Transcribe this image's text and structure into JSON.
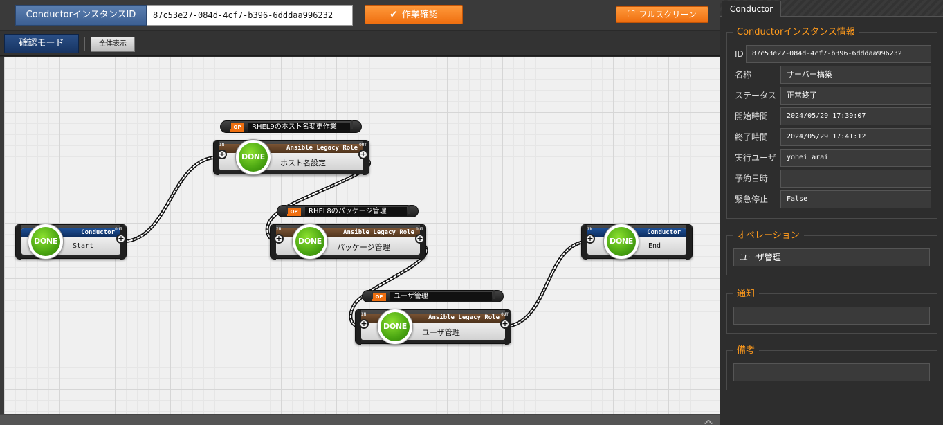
{
  "header": {
    "instance_id_label": "ConductorインスタンスID",
    "instance_id_value": "87c53e27-084d-4cf7-b396-6dddaa996232",
    "confirm_button": "作業確認",
    "fullscreen_button": "フルスクリーン"
  },
  "toolbar": {
    "mode_label": "確認モード",
    "show_all_button": "全体表示"
  },
  "nodes": {
    "start": {
      "status": "DONE",
      "type": "Conductor",
      "title": "Start",
      "out": "OUT"
    },
    "hostname": {
      "operation_tag": "OP",
      "operation": "RHEL9のホスト名変更作業",
      "status": "DONE",
      "type": "Ansible Legacy Role",
      "title": "ホスト名設定",
      "in": "IN",
      "out": "OUT"
    },
    "package": {
      "operation_tag": "OP",
      "operation": "RHEL8のパッケージ管理",
      "status": "DONE",
      "type": "Ansible Legacy Role",
      "title": "パッケージ管理",
      "in": "IN",
      "out": "OUT"
    },
    "user": {
      "operation_tag": "OP",
      "operation": "ユーザ管理",
      "status": "DONE",
      "type": "Ansible Legacy Role",
      "title": "ユーザ管理",
      "in": "IN",
      "out": "OUT"
    },
    "end": {
      "status": "DONE",
      "type": "Conductor",
      "title": "End",
      "in": "IN"
    }
  },
  "panel": {
    "tab": "Conductor",
    "info_section": {
      "title": "Conductorインスタンス情報",
      "id_label": "ID",
      "id_value": "87c53e27-084d-4cf7-b396-6dddaa996232",
      "rows": [
        {
          "key": "名称",
          "value": "サーバー構築"
        },
        {
          "key": "ステータス",
          "value": "正常終了"
        },
        {
          "key": "開始時間",
          "value": "2024/05/29 17:39:07"
        },
        {
          "key": "終了時間",
          "value": "2024/05/29 17:41:12"
        },
        {
          "key": "実行ユーザ",
          "value": "yohei arai"
        },
        {
          "key": "予約日時",
          "value": ""
        },
        {
          "key": "緊急停止",
          "value": "False"
        }
      ]
    },
    "operation_section": {
      "title": "オペレーション",
      "value": "ユーザ管理"
    },
    "notice_section": {
      "title": "通知",
      "value": ""
    },
    "remarks_section": {
      "title": "備考",
      "value": ""
    }
  },
  "colors": {
    "accent_orange": "#ef6f10",
    "status_done_green": "#4aa512",
    "conductor_blue": "#0c2b5c",
    "ansible_brown": "#4e331c",
    "section_title_orange": "#ff9a1c"
  },
  "icons": {
    "confirm": "check-icon",
    "fullscreen": "fullscreen-icon",
    "port": "plus-icon",
    "collapse": "chevron-up-icon"
  }
}
